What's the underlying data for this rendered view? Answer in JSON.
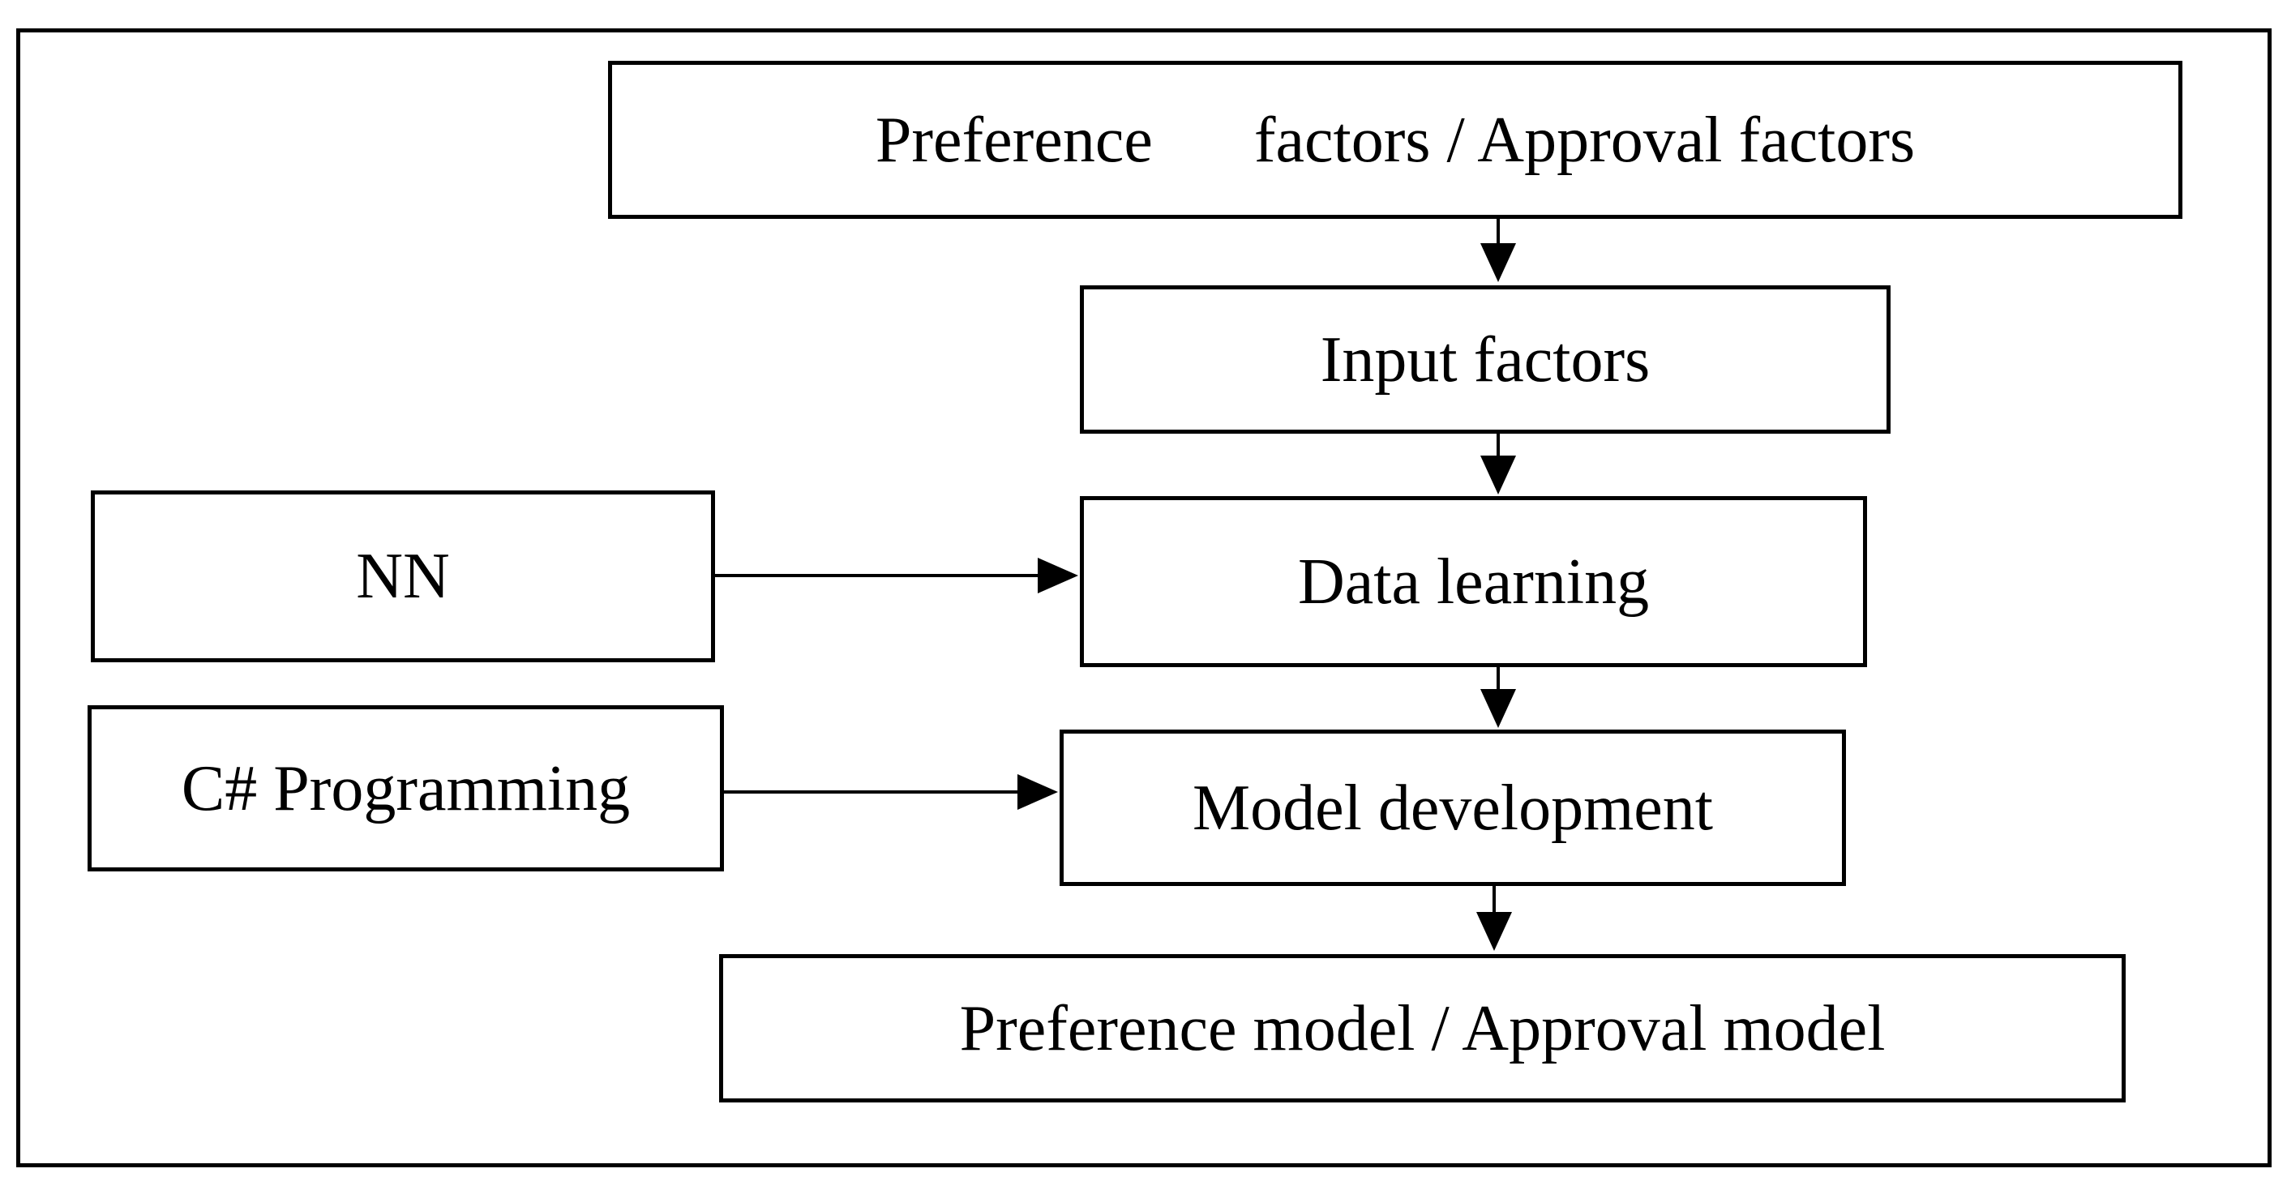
{
  "diagram": {
    "nodes": {
      "preference_factors": {
        "label_part1": "Preference",
        "label_part2": "factors / Approval factors"
      },
      "input_factors": {
        "label": "Input factors"
      },
      "data_learning": {
        "label": "Data learning"
      },
      "model_development": {
        "label": "Model development"
      },
      "nn": {
        "label": "NN"
      },
      "csharp_programming": {
        "label": "C# Programming"
      },
      "preference_model": {
        "label": "Preference model / Approval model"
      }
    },
    "edges": [
      {
        "from": "preference_factors",
        "to": "input_factors"
      },
      {
        "from": "input_factors",
        "to": "data_learning"
      },
      {
        "from": "nn",
        "to": "data_learning"
      },
      {
        "from": "data_learning",
        "to": "model_development"
      },
      {
        "from": "csharp_programming",
        "to": "model_development"
      },
      {
        "from": "model_development",
        "to": "preference_model"
      }
    ],
    "colors": {
      "line": "#000000",
      "background": "#ffffff"
    }
  }
}
